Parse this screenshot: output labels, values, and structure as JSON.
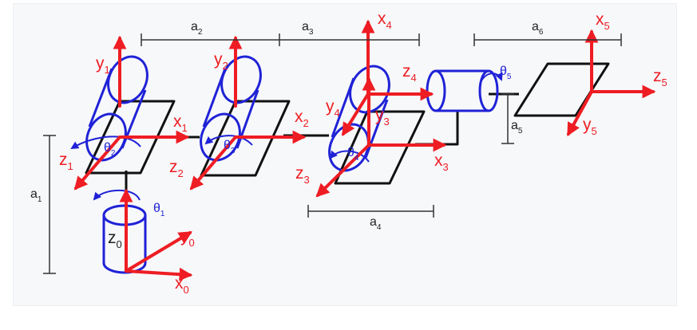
{
  "colors": {
    "axis": "#ee1d23",
    "joint": "#1f22d6",
    "link": "#111111",
    "dim": "#333333",
    "panel": "#f7f8fa"
  },
  "frames": [
    {
      "id": "0",
      "axes": [
        {
          "letter": "z",
          "sub": "0"
        },
        {
          "letter": "y",
          "sub": "0"
        },
        {
          "letter": "x",
          "sub": "0"
        }
      ]
    },
    {
      "id": "1",
      "axes": [
        {
          "letter": "y",
          "sub": "1"
        },
        {
          "letter": "x",
          "sub": "1"
        },
        {
          "letter": "z",
          "sub": "1"
        }
      ]
    },
    {
      "id": "2",
      "axes": [
        {
          "letter": "y",
          "sub": "2"
        },
        {
          "letter": "x",
          "sub": "2"
        },
        {
          "letter": "z",
          "sub": "2"
        }
      ]
    },
    {
      "id": "3",
      "axes": [
        {
          "letter": "y",
          "sub": "3"
        },
        {
          "letter": "x",
          "sub": "3"
        },
        {
          "letter": "z",
          "sub": "3"
        }
      ]
    },
    {
      "id": "4",
      "axes": [
        {
          "letter": "x",
          "sub": "4"
        },
        {
          "letter": "z",
          "sub": "4"
        },
        {
          "letter": "y",
          "sub": "4"
        }
      ]
    },
    {
      "id": "5",
      "axes": [
        {
          "letter": "x",
          "sub": "5"
        },
        {
          "letter": "z",
          "sub": "5"
        },
        {
          "letter": "y",
          "sub": "5"
        }
      ]
    }
  ],
  "joint_angles": [
    {
      "letter": "θ",
      "sub": "1"
    },
    {
      "letter": "θ",
      "sub": "2"
    },
    {
      "letter": "θ",
      "sub": "3"
    },
    {
      "letter": "θ",
      "sub": "4"
    },
    {
      "letter": "θ",
      "sub": "5"
    }
  ],
  "link_params": [
    {
      "letter": "a",
      "sub": "1"
    },
    {
      "letter": "a",
      "sub": "2"
    },
    {
      "letter": "a",
      "sub": "3"
    },
    {
      "letter": "a",
      "sub": "4"
    },
    {
      "letter": "a",
      "sub": "5"
    },
    {
      "letter": "a",
      "sub": "6"
    }
  ]
}
